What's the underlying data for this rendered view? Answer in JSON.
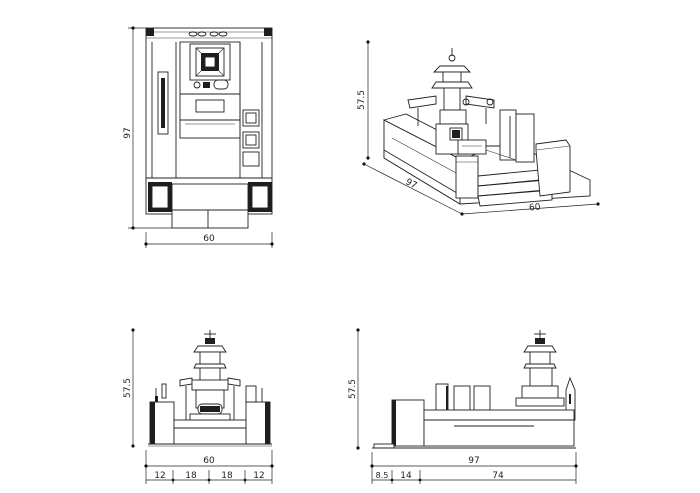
{
  "views": {
    "plan": {
      "height_label": "97",
      "width_label": "60"
    },
    "perspective": {
      "height_label": "57.5",
      "depth_label": "97",
      "width_label": "60"
    },
    "front": {
      "height_label": "57.5",
      "width_label": "60",
      "segments": [
        "12",
        "18",
        "18",
        "12"
      ]
    },
    "side": {
      "height_label": "57.5",
      "width_label": "97",
      "segments": [
        "8.5",
        "14",
        "74"
      ]
    }
  }
}
